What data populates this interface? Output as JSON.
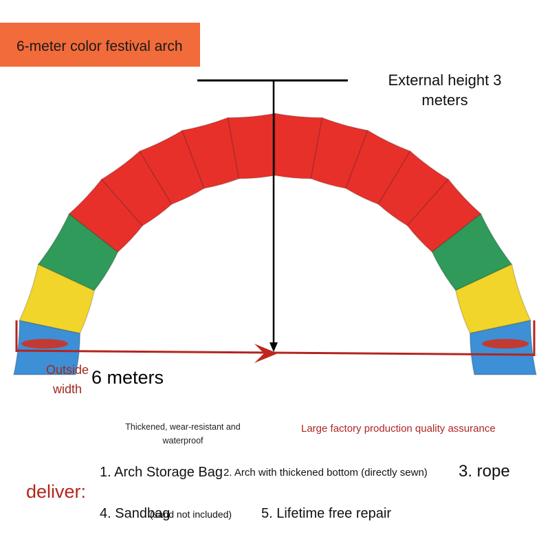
{
  "title": "6-meter color festival arch",
  "dimensions": {
    "height_label": "External height 3 meters",
    "width_label_left": "Outside width",
    "width_label_right": "6 meters"
  },
  "features": {
    "material": "Thickened, wear-resistant and waterproof",
    "quality": "Large factory production quality assurance"
  },
  "deliver": {
    "label": "deliver:",
    "items": [
      "1. Arch Storage Bag",
      "2. Arch with thickened bottom (directly sewn)",
      "3. rope",
      "4. Sandbag",
      "(sand not included)",
      "5. Lifetime free repair"
    ]
  },
  "colors": {
    "banner": "#f26b3a",
    "red": "#e8302b",
    "green": "#2f9a5a",
    "yellow": "#f2d52a",
    "blue": "#3d8fd6",
    "dimension_red": "#b3251c"
  }
}
